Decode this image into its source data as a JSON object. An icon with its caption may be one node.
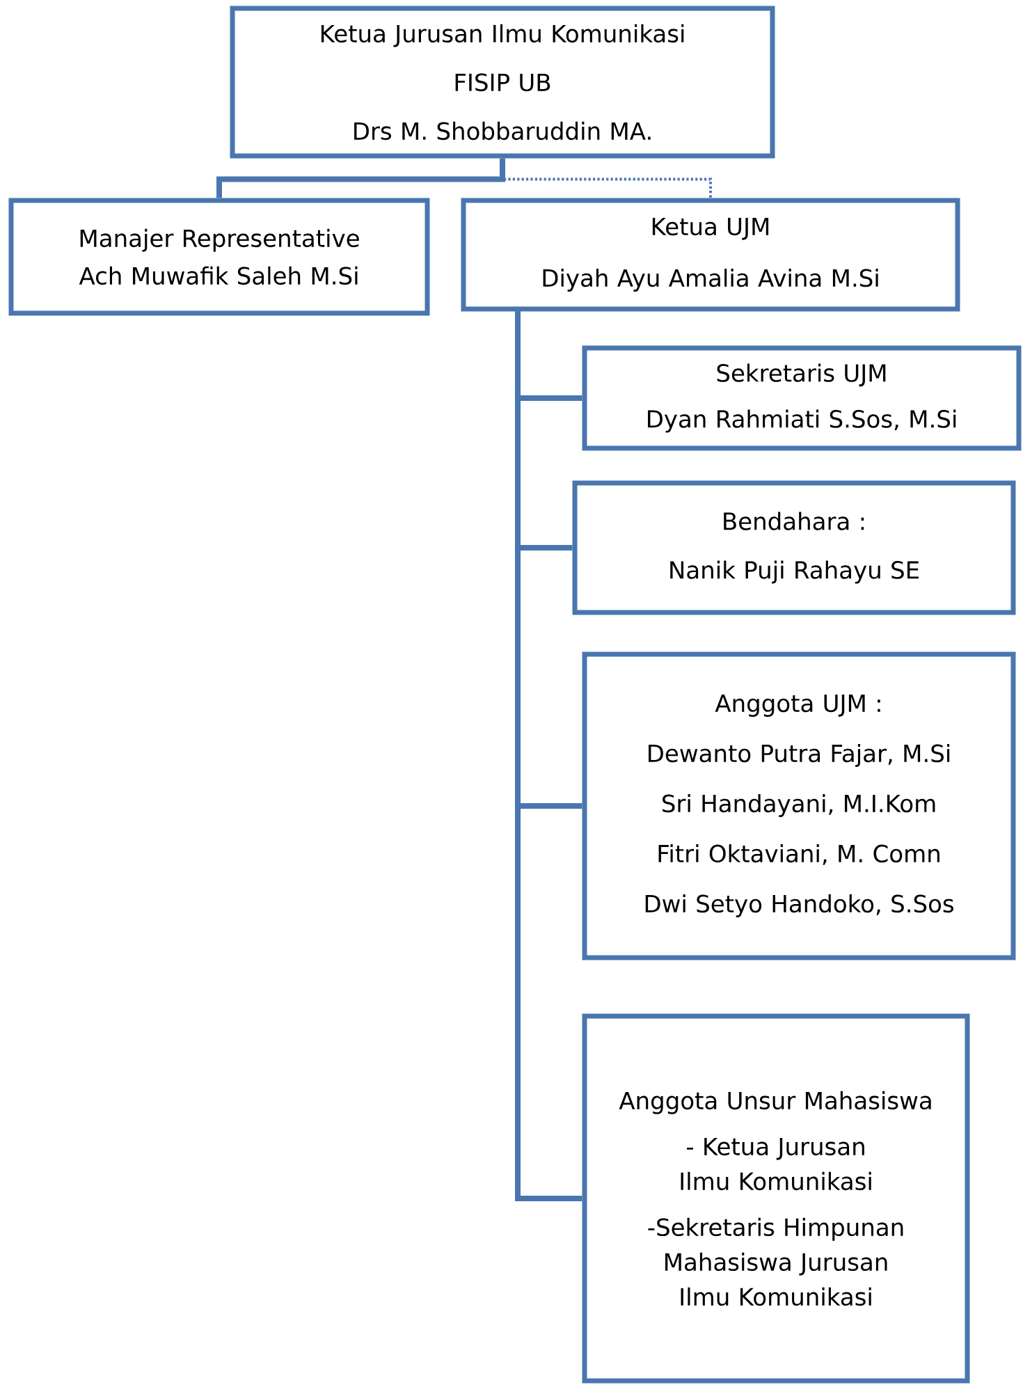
{
  "diagram": {
    "nodes": [
      {
        "text": [
          "Ketua Jurusan Ilmu Komunikasi",
          "FISIP UB",
          "Drs  M. Shobbaruddin MA."
        ]
      },
      {
        "text": [
          "Manajer Representative",
          "Ach Muwafik Saleh M.Si"
        ]
      },
      {
        "text": [
          "Ketua UJM",
          "Diyah Ayu Amalia Avina  M.Si"
        ]
      },
      {
        "text": [
          "Sekretaris UJM",
          "Dyan Rahmiati  S.Sos, M.Si"
        ]
      },
      {
        "text": [
          "Bendahara :",
          "Nanik Puji Rahayu SE"
        ]
      },
      {
        "text": [
          "Anggota UJM  :",
          "Dewanto Putra Fajar, M.Si",
          "Sri Handayani, M.I.Kom",
          "Fitri Oktaviani, M. Comn",
          "Dwi Setyo Handoko, S.Sos"
        ]
      },
      {
        "text": [
          "Anggota Unsur Mahasiswa",
          "- Ketua Jurusan Ilmu Komunikasi",
          "-Sekretaris Himpunan Mahasiswa Jurusan Ilmu Komunikasi"
        ]
      }
    ],
    "edges": [
      {
        "from": 0,
        "to": 2,
        "arrow": "none",
        "style": "dashed"
      },
      {
        "from": 0,
        "to": 1,
        "arrow": "none"
      },
      {
        "from": 2,
        "to": 3,
        "arrow": "none"
      },
      {
        "from": 2,
        "to": 4,
        "arrow": "none"
      },
      {
        "from": 2,
        "to": 5,
        "arrow": "none"
      },
      {
        "from": 2,
        "to": 6,
        "arrow": "none"
      }
    ]
  }
}
